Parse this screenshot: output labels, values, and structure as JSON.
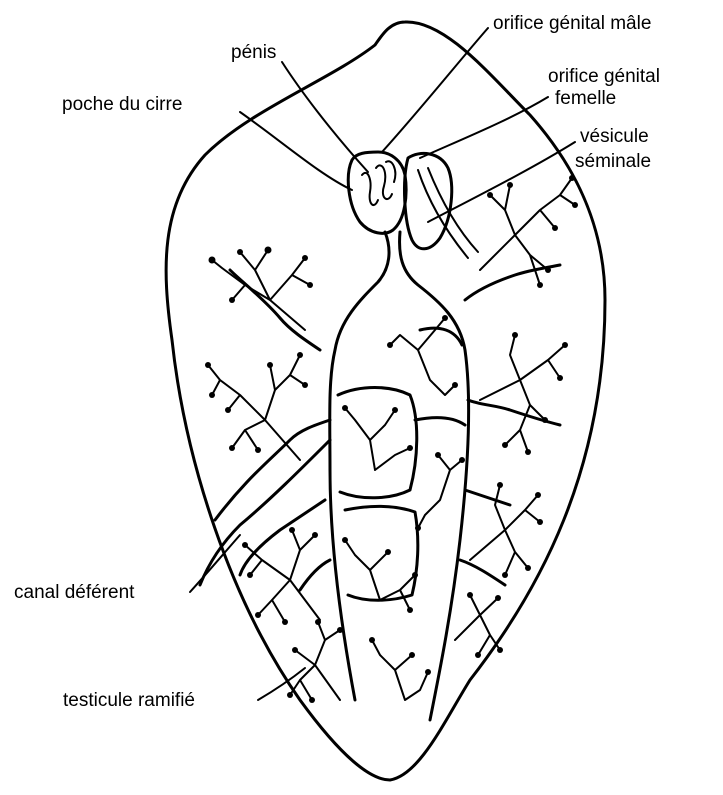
{
  "labels": {
    "penis": "pénis",
    "poche_du_cirre": "poche du cirre",
    "orifice_genital_male": "orifice génital mâle",
    "orifice_genital_femelle_line1": "orifice génital",
    "orifice_genital_femelle_line2": "femelle",
    "vesicule_seminale_line1": "vésicule",
    "vesicule_seminale_line2": "séminale",
    "canal_deferent": "canal déférent",
    "testicule_ramifie": "testicule ramifié"
  },
  "colors": {
    "ink": "#000000",
    "background": "#ffffff"
  }
}
